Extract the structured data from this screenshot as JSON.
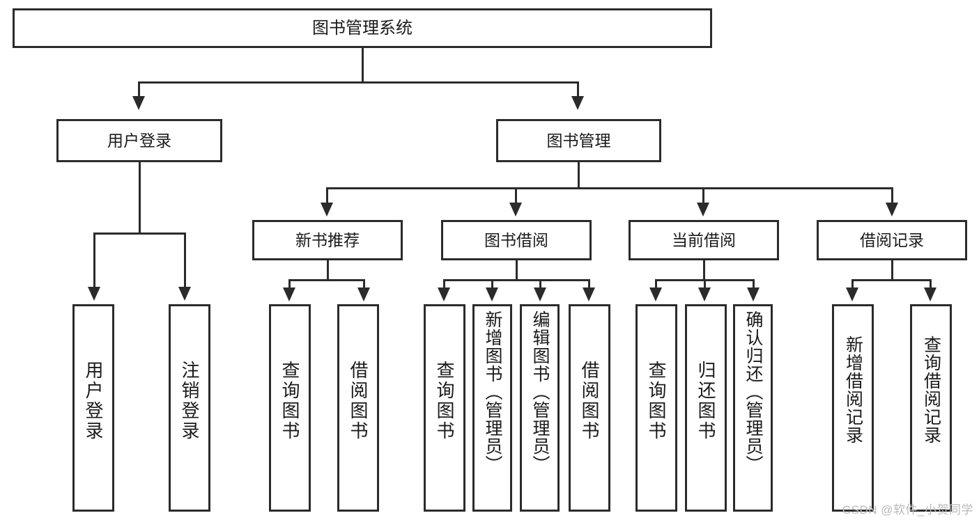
{
  "diagram": {
    "title_node": {
      "label": "图书管理系统"
    },
    "level2": [
      {
        "id": "user-login",
        "label": "用户登录"
      },
      {
        "id": "book-management",
        "label": "图书管理"
      }
    ],
    "level3": [
      {
        "id": "new-book-recommend",
        "label": "新书推荐"
      },
      {
        "id": "book-borrow",
        "label": "图书借阅"
      },
      {
        "id": "current-borrow",
        "label": "当前借阅"
      },
      {
        "id": "borrow-record",
        "label": "借阅记录"
      }
    ],
    "leaves": {
      "user_login": [
        {
          "id": "leaf-user-login",
          "label": "用户登录"
        },
        {
          "id": "leaf-logout-login",
          "label": "注销登录"
        }
      ],
      "new_book_recommend": [
        {
          "id": "leaf-query-book-1",
          "label": "查询图书"
        },
        {
          "id": "leaf-borrow-book-1",
          "label": "借阅图书"
        }
      ],
      "book_borrow": [
        {
          "id": "leaf-query-book-2",
          "label": "查询图书"
        },
        {
          "id": "leaf-add-book-admin",
          "label": "新增图书（管理员）"
        },
        {
          "id": "leaf-edit-book-admin",
          "label": "编辑图书（管理员）"
        },
        {
          "id": "leaf-borrow-book-2",
          "label": "借阅图书"
        }
      ],
      "current_borrow": [
        {
          "id": "leaf-query-book-3",
          "label": "查询图书"
        },
        {
          "id": "leaf-return-book",
          "label": "归还图书"
        },
        {
          "id": "leaf-confirm-return-admin",
          "label": "确认归还（管理员）"
        }
      ],
      "borrow_record": [
        {
          "id": "leaf-add-borrow-record",
          "label": "新增借阅记录"
        },
        {
          "id": "leaf-query-borrow-record",
          "label": "查询借阅记录"
        }
      ]
    },
    "watermark": "CSDN @软件_小贺同学",
    "colors": {
      "line": "#2b2b2b",
      "box_fill": "#ffffff",
      "text": "#1a1a1a",
      "watermark": "#b9b9b9",
      "background": "#ffffff"
    }
  }
}
